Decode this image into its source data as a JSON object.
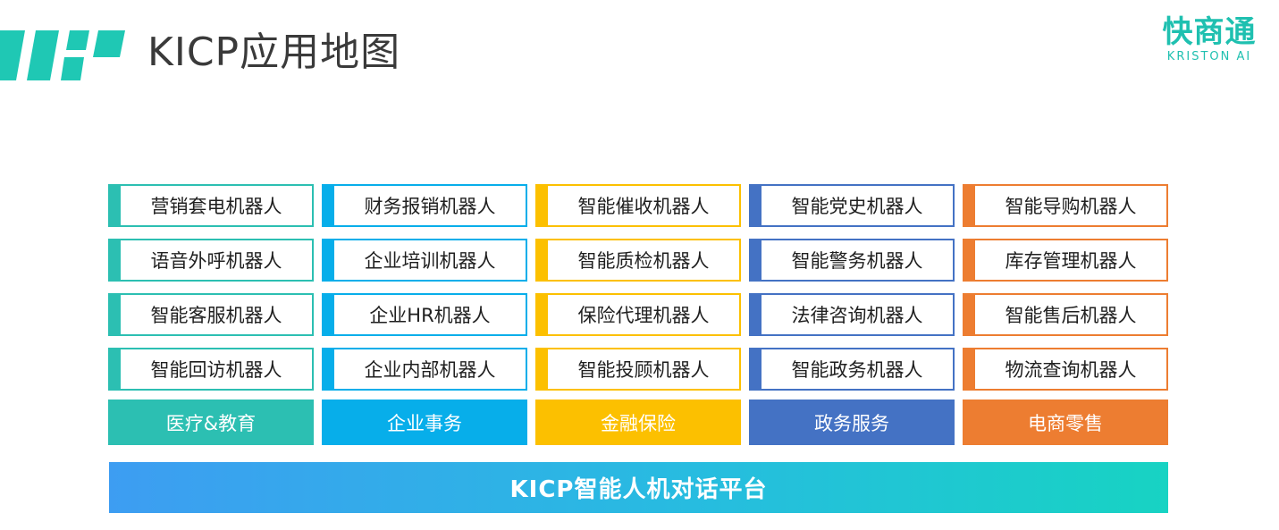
{
  "header": {
    "title": "KICP应用地图",
    "brand_cn": "快商通",
    "brand_en": "KRISTON AI",
    "accent_color": "#1fc0b0"
  },
  "columns": [
    {
      "category": "医疗&教育",
      "color": "#2cbfb2",
      "bots": [
        "营销套电机器人",
        "语音外呼机器人",
        "智能客服机器人",
        "智能回访机器人"
      ]
    },
    {
      "category": "企业事务",
      "color": "#07aeea",
      "bots": [
        "财务报销机器人",
        "企业培训机器人",
        "企业HR机器人",
        "企业内部机器人"
      ]
    },
    {
      "category": "金融保险",
      "color": "#fcc000",
      "bots": [
        "智能催收机器人",
        "智能质检机器人",
        "保险代理机器人",
        "智能投顾机器人"
      ]
    },
    {
      "category": "政务服务",
      "color": "#4472c4",
      "bots": [
        "智能党史机器人",
        "智能警务机器人",
        "法律咨询机器人",
        "智能政务机器人"
      ]
    },
    {
      "category": "电商零售",
      "color": "#ed7d31",
      "bots": [
        "智能导购机器人",
        "库存管理机器人",
        "智能售后机器人",
        "物流查询机器人"
      ]
    }
  ],
  "platform": {
    "label": "KICP智能人机对话平台"
  }
}
